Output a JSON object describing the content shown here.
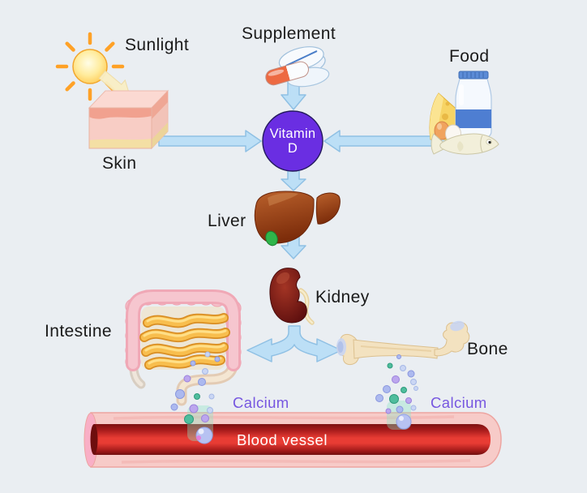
{
  "labels": {
    "sunlight": "Sunlight",
    "supplement": "Supplement",
    "food": "Food",
    "skin": "Skin",
    "vitamin_line1": "Vitamin",
    "vitamin_line2": "D",
    "liver": "Liver",
    "kidney": "Kidney",
    "intestine": "Intestine",
    "bone": "Bone",
    "calcium_left": "Calcium",
    "calcium_right": "Calcium",
    "blood_vessel": "Blood vessel"
  },
  "colors": {
    "background": "#EAEEF2",
    "label_text": "#1A1A1A",
    "calcium_text": "#7656E0",
    "vessel_text": "#FFFFFF",
    "vitamin_d_node": "#6A2EE2",
    "arrow_fill": "#BCDFF6",
    "arrow_stroke": "#8FC0E4",
    "sun": "#FFD95E",
    "sun_ray": "#FFA126",
    "skin_layers": [
      "#FBD9D2",
      "#F1A18F",
      "#F8CDC5",
      "#F4DFA4"
    ],
    "liver": "#9C4516",
    "gallbladder": "#2FB54A",
    "kidney": "#7E1A12",
    "intestine_large": "#F0A8B6",
    "intestine_small": "#F8BE4E",
    "bone": "#F3E2C0",
    "bone_cartilage": "#C5D4F4",
    "vessel_outer": "#F7CBC8",
    "vessel_inner": "#E83C34",
    "calcium_dot_blue": "#ACB9EF",
    "calcium_dot_purple": "#BCA6EE",
    "calcium_dot_teal": "#4FBD9D"
  },
  "icons": [
    "sun-icon",
    "sunbeam-arrow-icon",
    "skin-block-icon",
    "pills-icon",
    "milk-bottle-icon",
    "cheese-icon",
    "eggs-icon",
    "fish-icon",
    "vitamin-d-node",
    "liver-icon",
    "kidney-icon",
    "intestine-icon",
    "bone-icon",
    "blood-vessel-icon",
    "calcium-dots-icon"
  ]
}
